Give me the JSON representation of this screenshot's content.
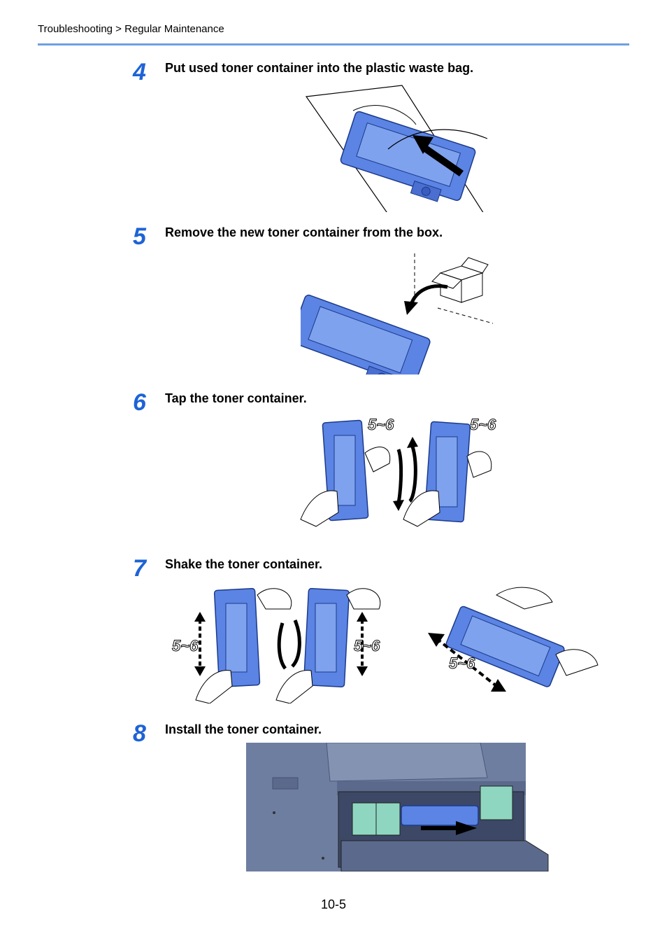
{
  "header": {
    "breadcrumb": "Troubleshooting > Regular Maintenance"
  },
  "steps": [
    {
      "number": "4",
      "text": "Put used toner container into the plastic waste bag."
    },
    {
      "number": "5",
      "text": "Remove the new toner container from the box."
    },
    {
      "number": "6",
      "text": "Tap the toner container."
    },
    {
      "number": "7",
      "text": "Shake the toner container."
    },
    {
      "number": "8",
      "text": "Install the toner container."
    }
  ],
  "illustrations": {
    "tap_count": "5~6",
    "shake_count": "5~6"
  },
  "colors": {
    "accent": "#1e63d6",
    "rule": "#6f9fe0",
    "toner_blue": "#5b84e4",
    "printer_gray": "#6e7ea0",
    "toner_green": "#8fd6c0"
  },
  "footer": {
    "page_number": "10-5"
  }
}
